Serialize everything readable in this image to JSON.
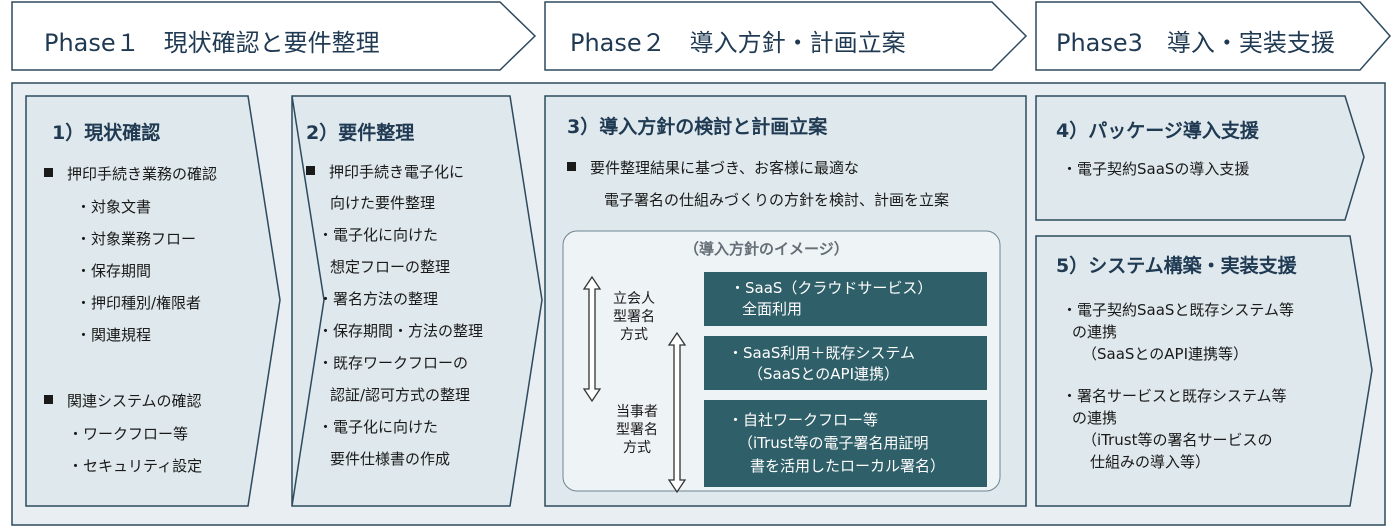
{
  "phases": [
    {
      "label": "Phase１　現状確認と要件整理"
    },
    {
      "label": "Phase２　導入方針・計画立案"
    },
    {
      "label": "Phase3　導入・実装支援"
    }
  ],
  "box1": {
    "title": "1）現状確認",
    "section1": "押印手続き業務の確認",
    "items1": [
      "・対象文書",
      "・対象業務フロー",
      "・保存期間",
      "・押印種別/権限者",
      "・関連規程"
    ],
    "section2": "関連システムの確認",
    "items2": [
      "・ワークフロー等",
      "・セキュリティ設定"
    ]
  },
  "box2": {
    "title": "2）要件整理",
    "lines": [
      "押印手続き電子化に",
      "向けた要件整理",
      "・電子化に向けた",
      "想定フローの整理",
      "・署名方法の整理",
      "・保存期間・方法の整理",
      "・既存ワークフローの",
      "認証/認可方式の整理",
      "・電子化に向けた",
      "要件仕様書の作成"
    ]
  },
  "box3": {
    "title": "3）導入方針の検討と計画立案",
    "desc1": "要件整理結果に基づき、お客様に最適な",
    "desc2": "電子署名の仕組みづくりの方針を検討、計画を立案",
    "image_title": "（導入方針のイメージ）",
    "label_a": [
      "立会人",
      "型署名",
      "方式"
    ],
    "label_b": [
      "当事者",
      "型署名",
      "方式"
    ],
    "options": [
      {
        "lines": [
          "・SaaS（クラウドサービス）",
          "全面利用"
        ]
      },
      {
        "lines": [
          "・SaaS利用＋既存システム",
          "（SaaSとのAPI連携）"
        ]
      },
      {
        "lines": [
          "・自社ワークフロー等",
          "（iTrust等の電子署名用証明",
          "書を活用したローカル署名）"
        ]
      }
    ]
  },
  "box4": {
    "title": "4）パッケージ導入支援",
    "line": "・電子契約SaaSの導入支援"
  },
  "box5": {
    "title": "5）システム構築・実装支援",
    "lines": [
      "・電子契約SaaSと既存システム等",
      "の連携",
      "（SaaSとのAPI連携等）",
      "・署名サービスと既存システム等",
      "の連携",
      "（iTrust等の署名サービスの",
      "仕組みの導入等）"
    ]
  }
}
